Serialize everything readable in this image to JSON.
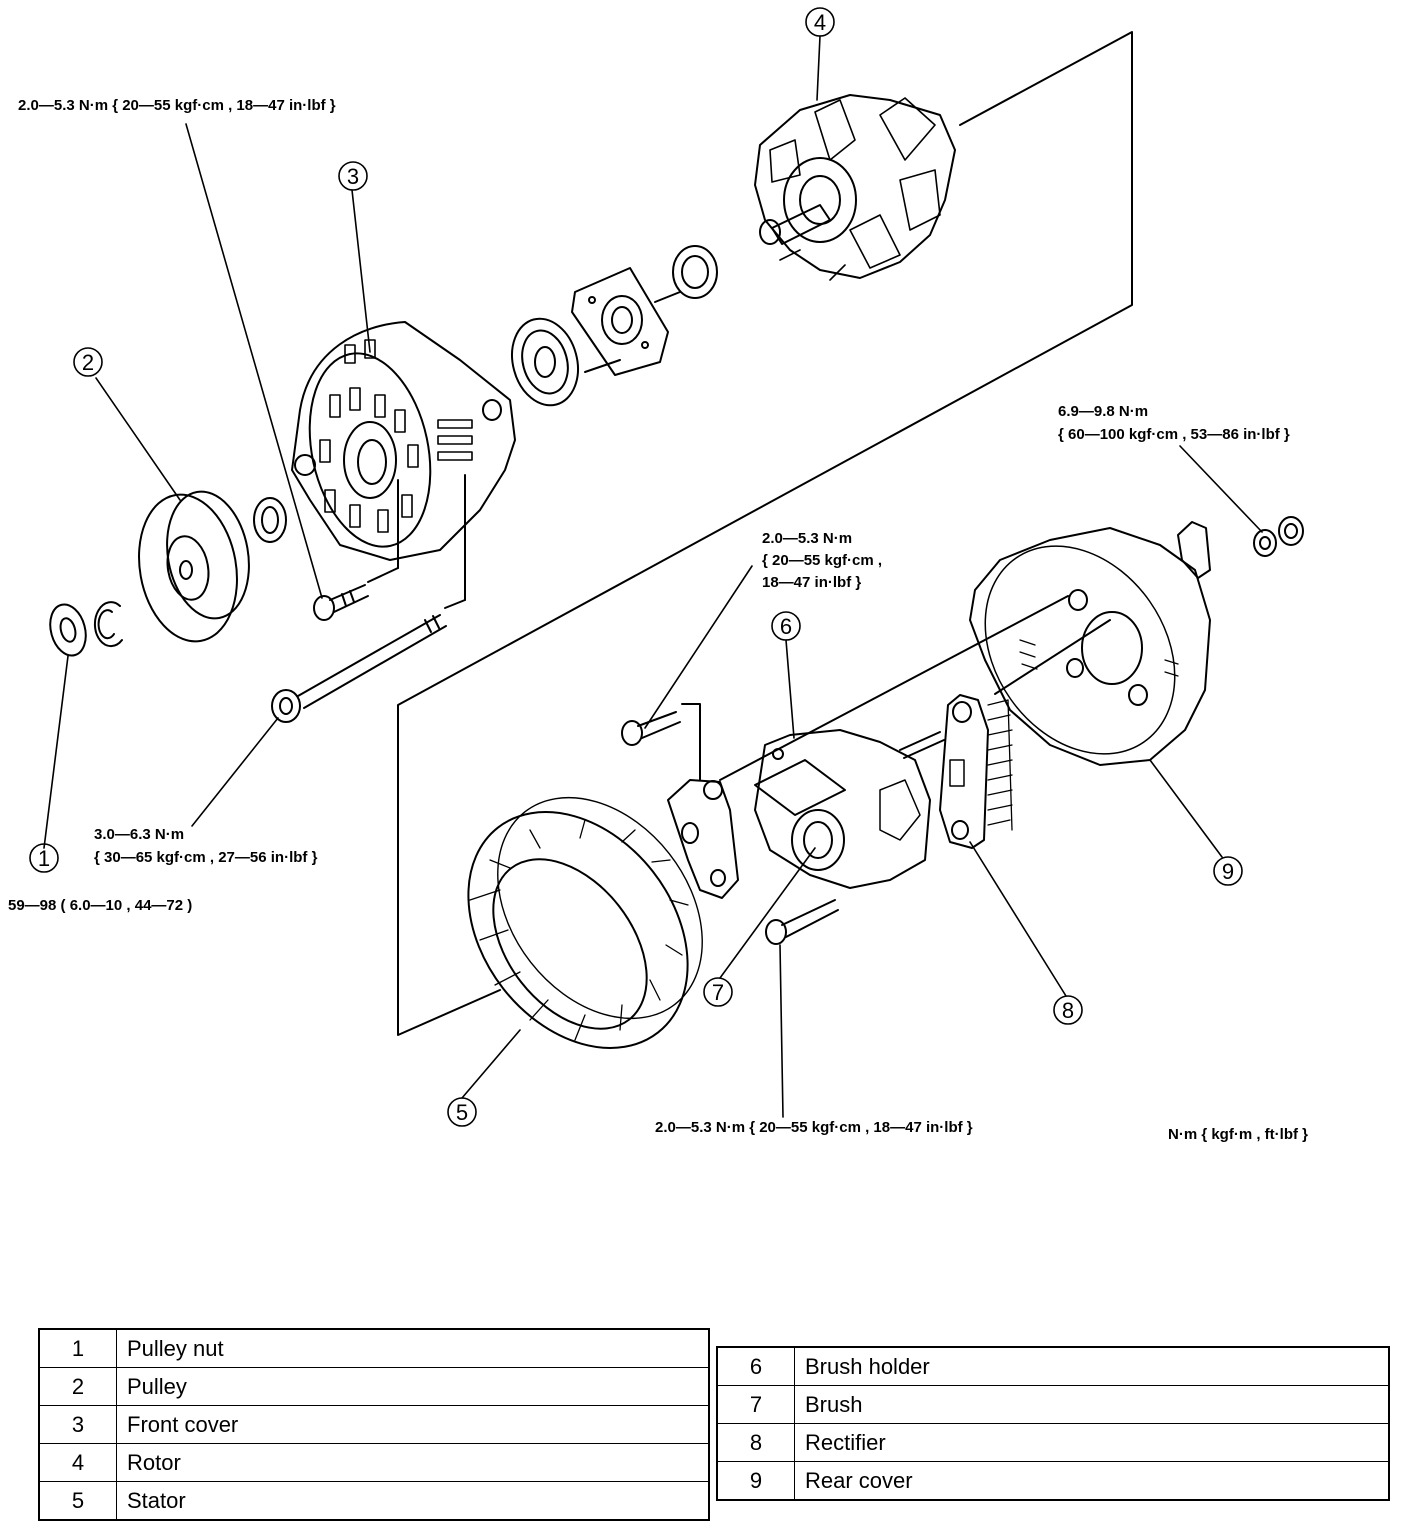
{
  "callouts": [
    "1",
    "2",
    "3",
    "4",
    "5",
    "6",
    "7",
    "8",
    "9"
  ],
  "torque_specs": {
    "front_cover_bolt": "2.0—5.3 N·m { 20—55 kgf·cm , 18—47 in·lbf }",
    "through_bolt_line1": "3.0—6.3 N·m",
    "through_bolt_line2": "{ 30—65 kgf·cm , 27—56 in·lbf }",
    "pulley_nut": "59—98 ( 6.0—10 , 44—72 )",
    "rear_terminal_line1": "6.9—9.8 N·m",
    "rear_terminal_line2": "{ 60—100 kgf·cm , 53—86 in·lbf }",
    "brush_holder_screw_line1": "2.0—5.3 N·m",
    "brush_holder_screw_line2": "{ 20—55 kgf·cm ,",
    "brush_holder_screw_line3": "18—47 in·lbf }",
    "rectifier_screw": "2.0—5.3 N·m { 20—55 kgf·cm , 18—47 in·lbf }",
    "units_legend": "N·m { kgf·m , ft·lbf }"
  },
  "parts_left": [
    {
      "num": "1",
      "name": "Pulley nut"
    },
    {
      "num": "2",
      "name": "Pulley"
    },
    {
      "num": "3",
      "name": "Front cover"
    },
    {
      "num": "4",
      "name": "Rotor"
    },
    {
      "num": "5",
      "name": "Stator"
    }
  ],
  "parts_right": [
    {
      "num": "6",
      "name": "Brush holder"
    },
    {
      "num": "7",
      "name": "Brush"
    },
    {
      "num": "8",
      "name": "Rectifier"
    },
    {
      "num": "9",
      "name": "Rear cover"
    }
  ]
}
